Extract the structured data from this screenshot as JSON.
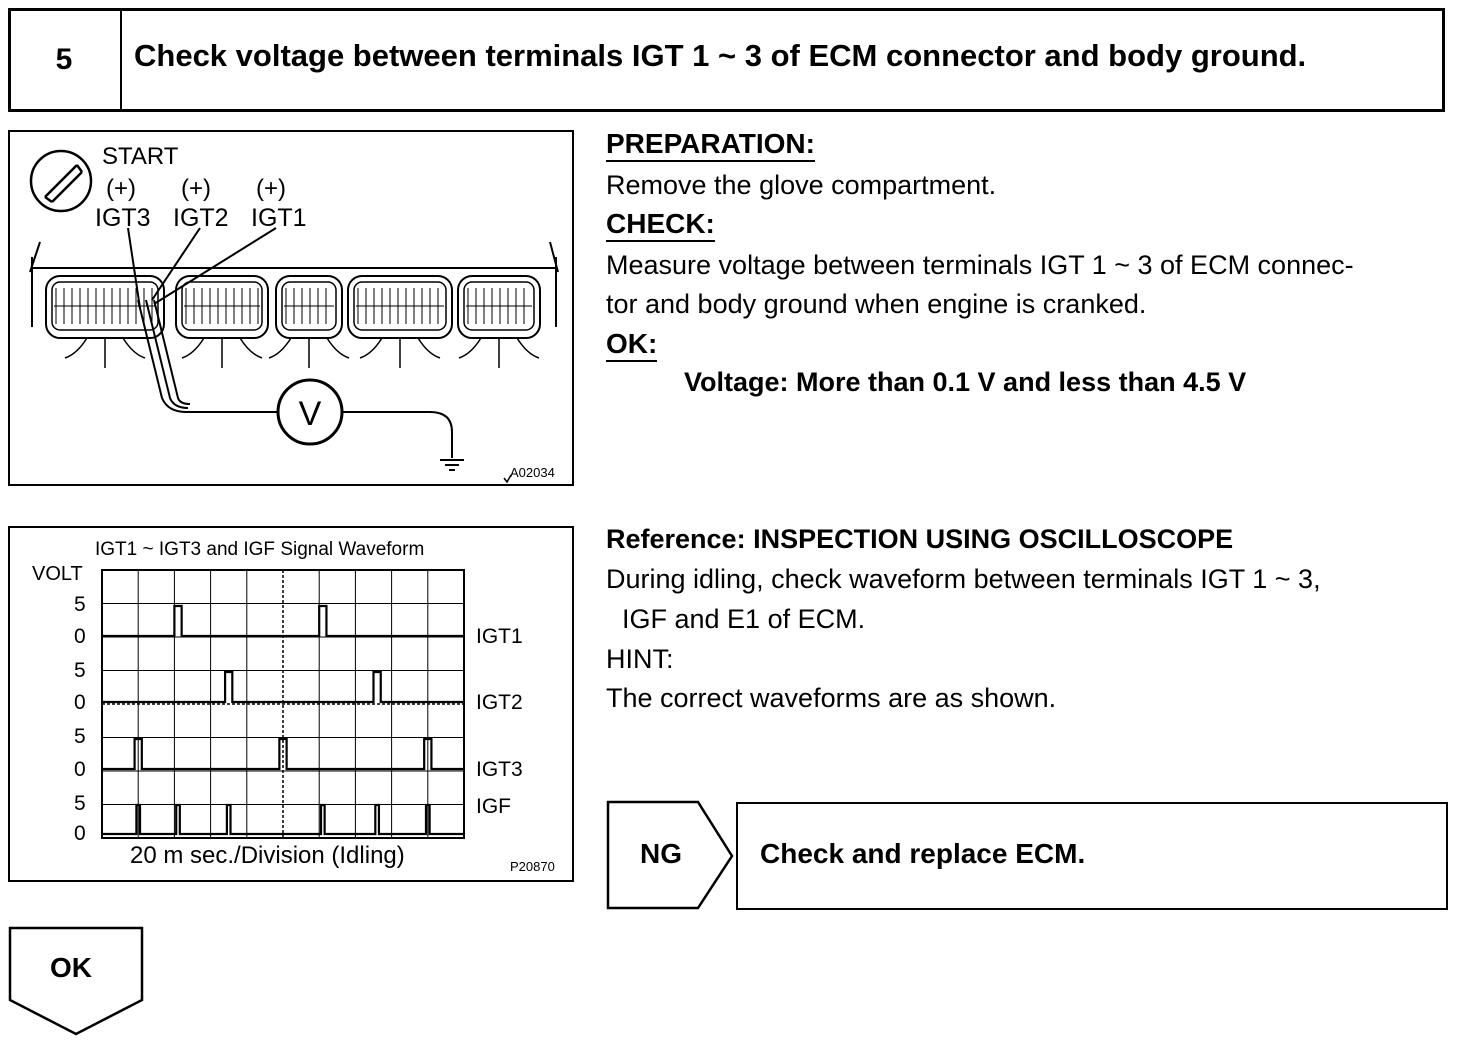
{
  "step": {
    "number": "5",
    "title": "Check voltage between terminals IGT 1 ~ 3 of ECM connector and body ground."
  },
  "figure1": {
    "start_label": "START",
    "plus_labels": [
      "(+)",
      "(+)",
      "(+)"
    ],
    "terminal_labels": [
      "IGT3",
      "IGT2",
      "IGT1"
    ],
    "meter_symbol": "V",
    "figure_code": "A02034",
    "icons": [
      "ignition-switch-icon",
      "voltmeter-icon",
      "ground-icon"
    ]
  },
  "right_top": {
    "preparation_heading": "PREPARATION:",
    "preparation_text": "Remove the glove compartment.",
    "check_heading": "CHECK:",
    "check_line1": "Measure voltage between terminals IGT 1 ~ 3 of ECM connec-",
    "check_line2": "tor and body ground when engine is cranked.",
    "ok_heading": "OK:",
    "ok_spec": "Voltage:  More than 0.1 V and less than 4.5 V"
  },
  "figure2": {
    "title": "IGT1 ~ IGT3 and IGF Signal Waveform",
    "y_unit": "VOLT",
    "y_tick_labels": [
      "5",
      "0",
      "5",
      "0",
      "5",
      "0",
      "5",
      "0"
    ],
    "channel_labels": [
      "IGT1",
      "IGT2",
      "IGT3",
      "IGF"
    ],
    "x_caption": "20 m sec./Division (Idling)",
    "figure_code": "P20870"
  },
  "reference": {
    "heading": "Reference:  INSPECTION USING OSCILLOSCOPE",
    "line1": "During idling, check waveform between terminals IGT 1 ~ 3,",
    "line2": "IGF and E1 of ECM.",
    "hint_label": "HINT:",
    "hint_text": "The correct waveforms are as shown."
  },
  "ng_box": {
    "label": "NG",
    "action": "Check and replace ECM."
  },
  "ok_box": {
    "label": "OK"
  }
}
